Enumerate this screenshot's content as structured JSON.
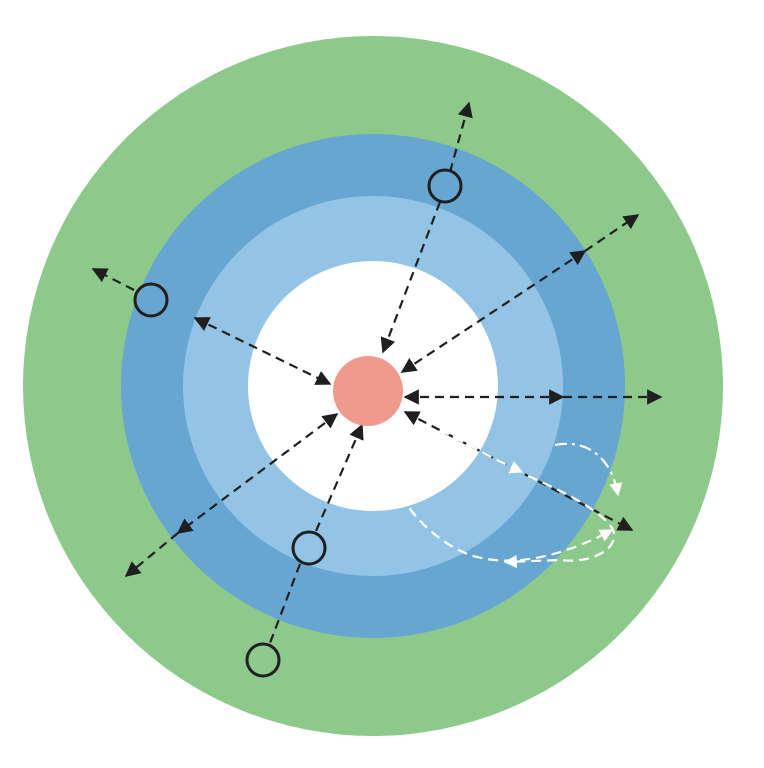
{
  "diagram": {
    "type": "concentric-rings",
    "labels": [],
    "rings": [
      {
        "name": "outer-ring",
        "color": "#8dc98a"
      },
      {
        "name": "second-ring",
        "color": "#66a6d1"
      },
      {
        "name": "third-ring",
        "color": "#93c4e5"
      },
      {
        "name": "inner-core",
        "color": "#ffffff"
      }
    ],
    "center_node": {
      "name": "center-node",
      "color": "#ef9a8c"
    },
    "hollow_nodes": [
      "node-top",
      "node-left",
      "node-bottom-inner",
      "node-bottom-outer"
    ],
    "arrows": {
      "dashed_color": "#1f1f1f",
      "curved_color": "#ffffff"
    }
  }
}
